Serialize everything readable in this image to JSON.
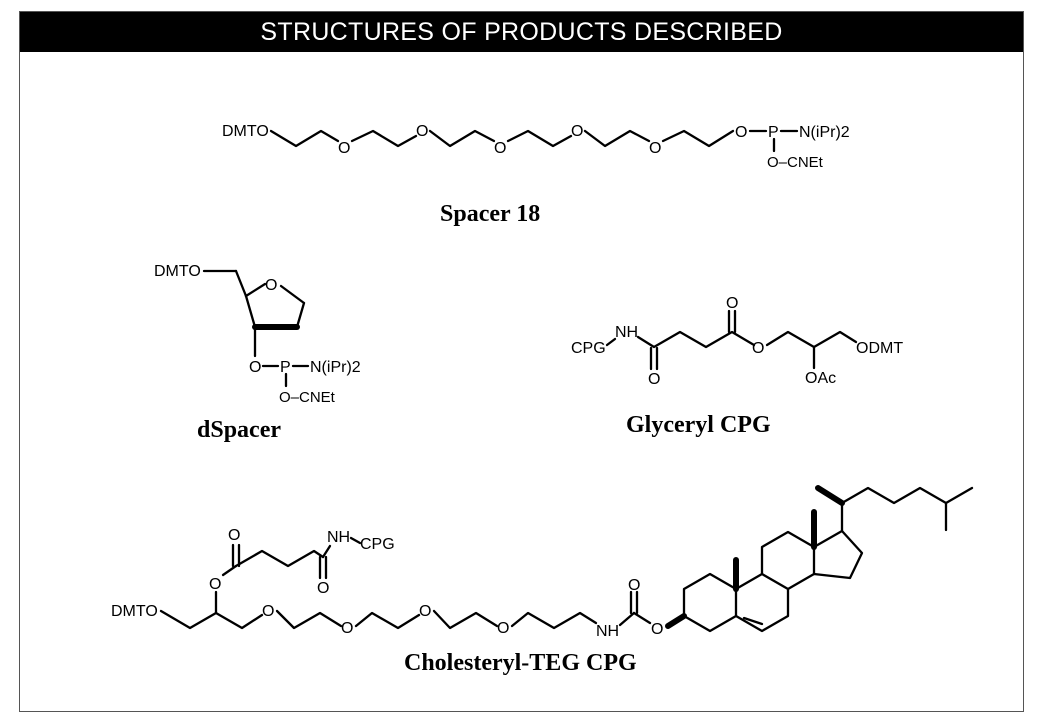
{
  "header": {
    "title": "STRUCTURES OF PRODUCTS DESCRIBED"
  },
  "spacer18": {
    "name": "Spacer 18",
    "dmto": "DMTO",
    "o": "O",
    "p": "P",
    "amine": "N(iPr)2",
    "cne": "O–CNEt"
  },
  "dspacer": {
    "name": "dSpacer",
    "dmto": "DMTO",
    "o_ring": "O",
    "o": "O",
    "p": "P",
    "amine": "N(iPr)2",
    "cne": "O–CNEt"
  },
  "glyceryl": {
    "name": "Glyceryl CPG",
    "cpg": "CPG",
    "nh": "NH",
    "o": "O",
    "odmt": "ODMT",
    "oac": "OAc"
  },
  "cholesteryl": {
    "name": "Cholesteryl-TEG CPG",
    "dmto": "DMTO",
    "o": "O",
    "nh": "NH",
    "cpg": "CPG"
  }
}
